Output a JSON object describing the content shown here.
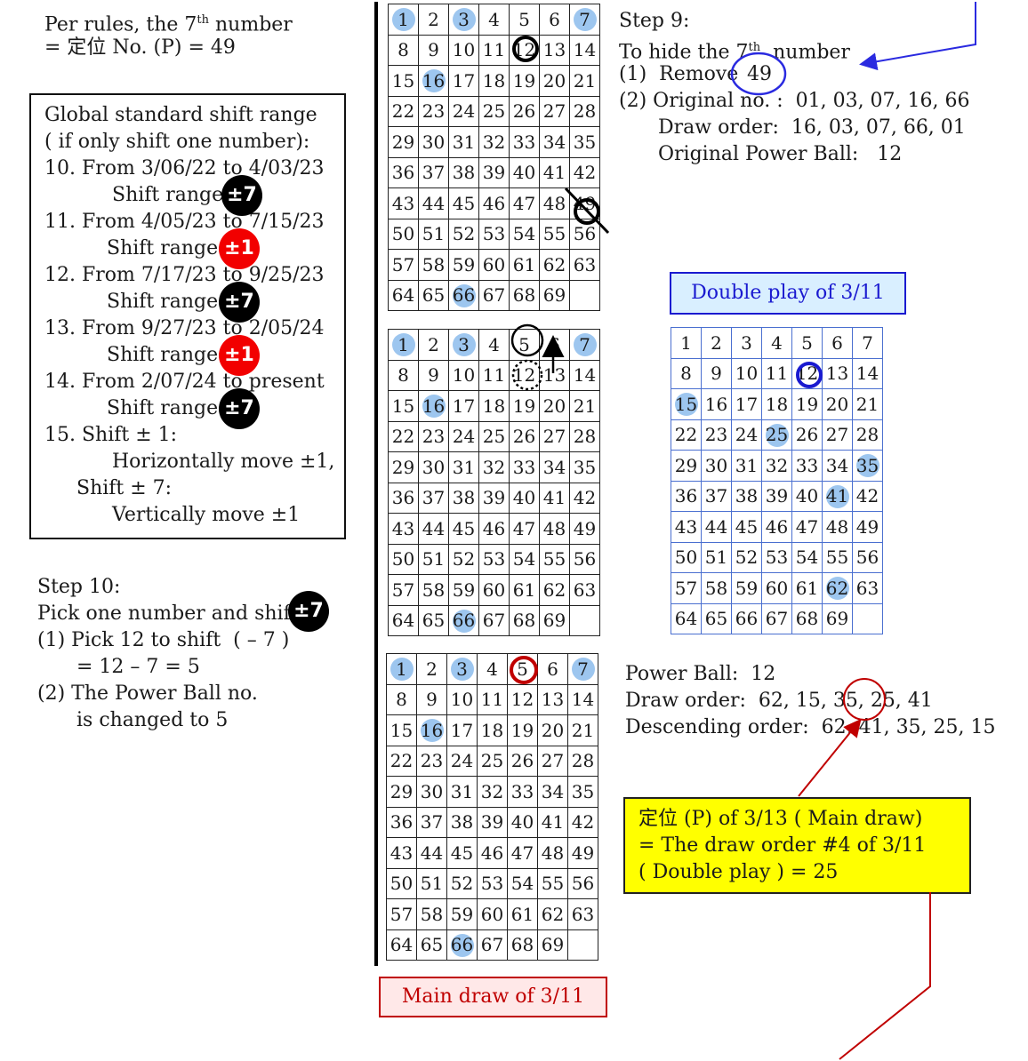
{
  "rules": {
    "line1": "Per rules, the 7",
    "line1_sup": "th",
    "line1_end": " number",
    "line2": "= 定位 No. (P) = 49"
  },
  "shift_box": {
    "l1": "Global standard shift range",
    "l2": "( if only shift one number):",
    "l3": "10. From 3/06/22 to 4/03/23",
    "l4": "Shift range:",
    "l5": "11. From 4/05/23 to 7/15/23",
    "l6": "Shift range:",
    "l7": "12. From 7/17/23 to 9/25/23",
    "l8": "Shift range:",
    "l9": "13. From 9/27/23 to 2/05/24",
    "l10": "Shift range:",
    "l11": "14. From 2/07/24 to present",
    "l12": "Shift range:",
    "l13": "15. Shift ± 1:",
    "l14": "Horizontally move ±1,",
    "l15": "Shift ± 7:",
    "l16": "Vertically move ±1",
    "badge1": "±7",
    "badge2": "±1",
    "badge3": "±7",
    "badge4": "±1",
    "badge5": "±7"
  },
  "step10": {
    "l1": "Step 10:",
    "l2": "Pick one number and shift",
    "badge": "±7",
    "l3": "(1) Pick 12 to shift  ( – 7 )",
    "l4": "= 12 – 7 = 5",
    "l5": "(2) The Power Ball no.",
    "l6": "is changed to 5"
  },
  "step9": {
    "l1": "Step 9:",
    "l2a": "To hide the 7",
    "l2sup": "th",
    "l2b": "  number",
    "l3": "(1)  Remove",
    "l3num": "49",
    "l4": "(2) Original no. :  01, 03, 07, 16, 66",
    "l5": "Draw order:  16, 03, 07, 66, 01",
    "l6": "Original Power Ball:   12"
  },
  "double_play_label": "Double play of 3/11",
  "main_draw_label": "Main draw of 3/11",
  "power_info": {
    "l1": "Power Ball:  12",
    "l2": "Draw order:  62, 15, 35, 25, 41",
    "l3": "Descending order:  62, 41, 35, 25, 15"
  },
  "yellow_box": {
    "l1": "定位 (P) of 3/13 ( Main draw)",
    "l2": "= The draw order #4 of 3/11",
    "l3": "( Double play ) = 25"
  },
  "colors": {
    "ball_fill": "#9dc6ef",
    "red": "#c00000",
    "blue": "#2a2ae0",
    "yellow": "#ffff00",
    "label_pink": "#ffe8e8",
    "label_blue": "#d9efff"
  },
  "grids": {
    "numbers": [
      [
        1,
        2,
        3,
        4,
        5,
        6,
        7
      ],
      [
        8,
        9,
        10,
        11,
        12,
        13,
        14
      ],
      [
        15,
        16,
        17,
        18,
        19,
        20,
        21
      ],
      [
        22,
        23,
        24,
        25,
        26,
        27,
        28
      ],
      [
        29,
        30,
        31,
        32,
        33,
        34,
        35
      ],
      [
        36,
        37,
        38,
        39,
        40,
        41,
        42
      ],
      [
        43,
        44,
        45,
        46,
        47,
        48,
        49
      ],
      [
        50,
        51,
        52,
        53,
        54,
        55,
        56
      ],
      [
        57,
        58,
        59,
        60,
        61,
        62,
        63
      ],
      [
        64,
        65,
        66,
        67,
        68,
        69,
        ""
      ]
    ],
    "grid1_highlight": [
      1,
      3,
      7,
      16,
      66
    ],
    "grid2_highlight": [
      1,
      3,
      7,
      16,
      66
    ],
    "grid3_highlight": [
      1,
      3,
      7,
      16,
      66
    ],
    "grid4_highlight": [
      15,
      25,
      35,
      41,
      62
    ]
  }
}
